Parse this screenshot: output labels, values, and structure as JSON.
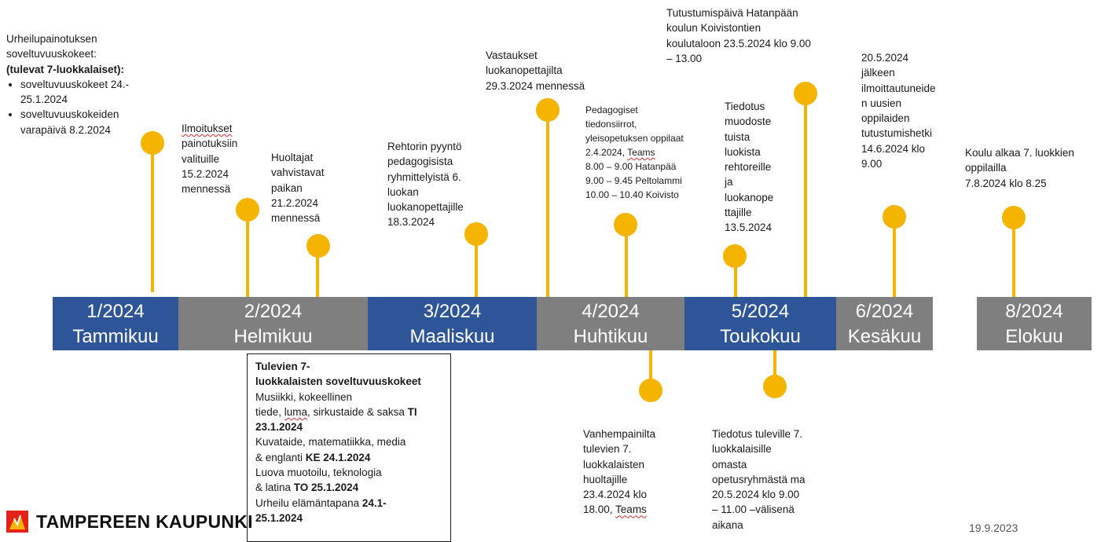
{
  "header": {
    "title_fragment": ""
  },
  "months": [
    {
      "num": "1/2024",
      "name": "Tammikuu"
    },
    {
      "num": "2/2024",
      "name": "Helmikuu"
    },
    {
      "num": "3/2024",
      "name": "Maaliskuu"
    },
    {
      "num": "4/2024",
      "name": "Huhtikuu"
    },
    {
      "num": "5/2024",
      "name": "Toukokuu"
    },
    {
      "num": "6/2024",
      "name": "Kesäkuu"
    },
    {
      "num": "8/2024",
      "name": "Elokuu"
    }
  ],
  "events_above": {
    "e1": {
      "l1": "Urheilupainotuksen",
      "l2": "soveltuvuuskokeet:",
      "l3": "(tulevat 7-luokkalaiset):",
      "b1a": "soveltuvuuskokeet 24.-",
      "b1b": "25.1.2024",
      "b2a": "soveltuvuuskokeiden",
      "b2b": "varapäivä 8.2.2024"
    },
    "e2": [
      "Ilmoitukset",
      "painotuksiin",
      "valituille",
      "15.2.2024",
      "mennessä"
    ],
    "e3": [
      "Huoltajat",
      "vahvistavat",
      "paikan",
      "21.2.2024",
      "mennessä"
    ],
    "e4": [
      "Rehtorin pyyntö",
      "pedagogisista",
      "ryhmittelyistä 6.",
      "luokan",
      "luokanopettajille",
      "18.3.2024"
    ],
    "e5": [
      "Vastaukset",
      "luokanopettajilta",
      "29.3.2024 mennessä"
    ],
    "e6": {
      "l1": "Pedagogiset",
      "l2": "tiedonsiirrot,",
      "l3": "yleisopetuksen oppilaat",
      "l4a": "2.4.2024, ",
      "l4b": "Teams",
      "l5": "8.00 – 9.00 Hatanpää",
      "l6": "9.00 – 9.45 Peltolammi",
      "l7": "10.00 – 10.40 Koivisto"
    },
    "e7": [
      "Tiedotus",
      "muodoste",
      "tuista",
      "luokista",
      "rehtoreille",
      "ja",
      "luokanope",
      "ttajille",
      "13.5.2024"
    ],
    "e8": [
      "Tutustumispäivä Hatanpään",
      "koulun Koivistontien",
      "koulutaloon 23.5.2024 klo 9.00",
      "– 13.00"
    ],
    "e9": [
      "20.5.2024",
      "jälkeen",
      "ilmoittautuneide",
      "n uusien",
      "oppilaiden",
      "tutustumishetki",
      "14.6.2024 klo",
      "9.00"
    ],
    "e10": [
      "Koulu alkaa 7. luokkien",
      "oppilailla",
      "7.8.2024 klo 8.25"
    ]
  },
  "box": {
    "l1": "Tulevien 7-",
    "l2": "luokkalaisten soveltuvuuskokeet",
    "l3": "Musiikki, kokeellinen",
    "l4a": "tiede, ",
    "l4b": "luma",
    "l4c": ", sirkustaide & saksa ",
    "l4d": "TI",
    "l5": "23.1.2024",
    "l6": "Kuvataide, matematiikka, media",
    "l7a": "& englanti ",
    "l7b": "KE 24.1.2024",
    "l8": "Luova muotoilu, teknologia",
    "l9a": "& latina ",
    "l9b": "TO 25.1.2024",
    "l10a": "Urheilu elämäntapana ",
    "l10b": "24.1-",
    "l11": "25.1.2024"
  },
  "events_below": {
    "b1": {
      "l1": "Vanhempainilta",
      "l2": "tulevien 7.",
      "l3": "luokkalaisten",
      "l4": "huoltajille",
      "l5": "23.4.2024 klo",
      "l6a": "18.00, ",
      "l6b": "Teams"
    },
    "b2": [
      "Tiedotus tuleville 7.",
      "luokkalaisille",
      "omasta",
      "opetusryhmästä ma",
      "20.5.2024 klo 9.00",
      "– 11.00 –välisenä",
      "aikana"
    ]
  },
  "footer": {
    "org": "TAMPEREEN KAUPUNKI",
    "date": "19.9.2023"
  },
  "colors": {
    "blue": "#2e5597",
    "gray": "#7f7f7f",
    "accent": "#f5b400",
    "logo_red": "#e2231a"
  }
}
